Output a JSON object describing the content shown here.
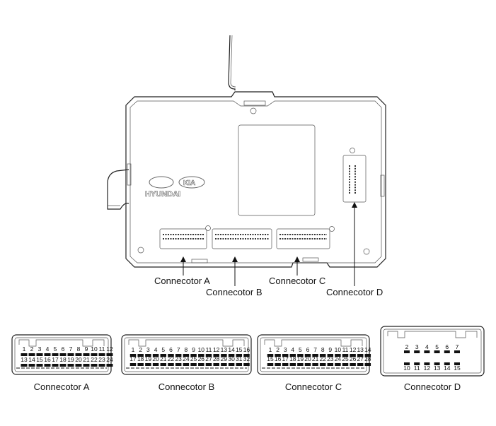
{
  "module": {
    "logos": {
      "hyundai": "HYUNDAI",
      "kia": "KIA"
    },
    "callouts": [
      {
        "id": "A",
        "label": "Connecotor A"
      },
      {
        "id": "B",
        "label": "Connecotor B"
      },
      {
        "id": "C",
        "label": "Connecotor C"
      },
      {
        "id": "D",
        "label": "Connecotor D"
      }
    ]
  },
  "connectors": [
    {
      "id": "A",
      "label": "Connecotor A",
      "rows": [
        [
          "1",
          "2",
          "3",
          "4",
          "5",
          "6",
          "7",
          "8",
          "9",
          "10",
          "11",
          "12"
        ],
        [
          "13",
          "14",
          "15",
          "16",
          "17",
          "18",
          "19",
          "20",
          "21",
          "22",
          "23",
          "24"
        ]
      ]
    },
    {
      "id": "B",
      "label": "Connecotor B",
      "rows": [
        [
          "1",
          "2",
          "3",
          "4",
          "5",
          "6",
          "7",
          "8",
          "9",
          "10",
          "11",
          "12",
          "13",
          "14",
          "15",
          "16"
        ],
        [
          "17",
          "18",
          "19",
          "20",
          "21",
          "22",
          "23",
          "24",
          "25",
          "26",
          "27",
          "28",
          "29",
          "30",
          "31",
          "32"
        ]
      ]
    },
    {
      "id": "C",
      "label": "Connecotor C",
      "rows": [
        [
          "1",
          "2",
          "3",
          "4",
          "5",
          "6",
          "7",
          "8",
          "9",
          "10",
          "11",
          "12",
          "13",
          "14"
        ],
        [
          "15",
          "16",
          "17",
          "18",
          "19",
          "20",
          "21",
          "22",
          "23",
          "24",
          "25",
          "26",
          "27",
          "28"
        ]
      ]
    },
    {
      "id": "D",
      "label": "Connecotor D",
      "rows": [
        [
          "2",
          "3",
          "4",
          "5",
          "6",
          "7"
        ],
        [
          "10",
          "11",
          "12",
          "13",
          "14",
          "15"
        ]
      ]
    }
  ]
}
